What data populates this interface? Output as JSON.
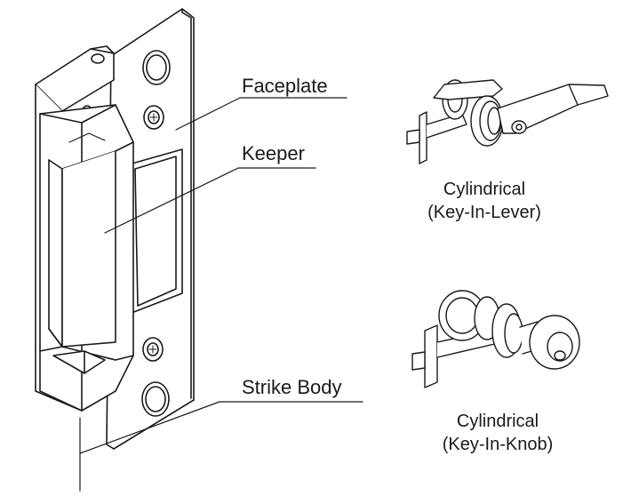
{
  "labels": {
    "faceplate": "Faceplate",
    "keeper": "Keeper",
    "strike_body": "Strike Body"
  },
  "captions": {
    "lever": {
      "line1": "Cylindrical",
      "line2": "(Key-In-Lever)"
    },
    "knob": {
      "line1": "Cylindrical",
      "line2": "(Key-In-Knob)"
    }
  },
  "colors": {
    "line": "#1a1a1a",
    "background": "#ffffff"
  }
}
